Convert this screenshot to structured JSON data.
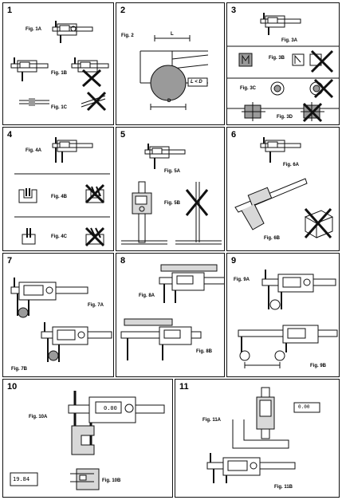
{
  "panels": [
    {
      "num": "1",
      "figs": [
        "Fig. 1A",
        "Fig. 1B",
        "Fig. 1C"
      ]
    },
    {
      "num": "2",
      "figs": [
        "Fig. 2"
      ],
      "dims": {
        "l": "L",
        "d": "D",
        "cond": "L < D"
      }
    },
    {
      "num": "3",
      "figs": [
        "Fig. 3A",
        "Fig. 3B",
        "Fig. 3C",
        "Fig. 3D"
      ]
    },
    {
      "num": "4",
      "figs": [
        "Fig. 4A",
        "Fig. 4B",
        "Fig. 4C"
      ]
    },
    {
      "num": "5",
      "figs": [
        "Fig. 5A",
        "Fig. 5B"
      ]
    },
    {
      "num": "6",
      "figs": [
        "Fig. 6A",
        "Fig. 6B"
      ]
    },
    {
      "num": "7",
      "figs": [
        "Fig. 7A",
        "Fig. 7B"
      ]
    },
    {
      "num": "8",
      "figs": [
        "Fig. 8A",
        "Fig. 8B"
      ]
    },
    {
      "num": "9",
      "figs": [
        "Fig. 9A",
        "Fig. 9B"
      ]
    },
    {
      "num": "10",
      "figs": [
        "Fig. 10A",
        "Fig. 10B"
      ],
      "displays": [
        "0.00",
        "19.84"
      ]
    },
    {
      "num": "11",
      "figs": [
        "Fig. 11A",
        "Fig. 11B"
      ],
      "displays": [
        "0.00"
      ]
    }
  ],
  "colors": {
    "line": "#111111",
    "gray": "#9a9a9a",
    "light": "#d8d8d8"
  }
}
